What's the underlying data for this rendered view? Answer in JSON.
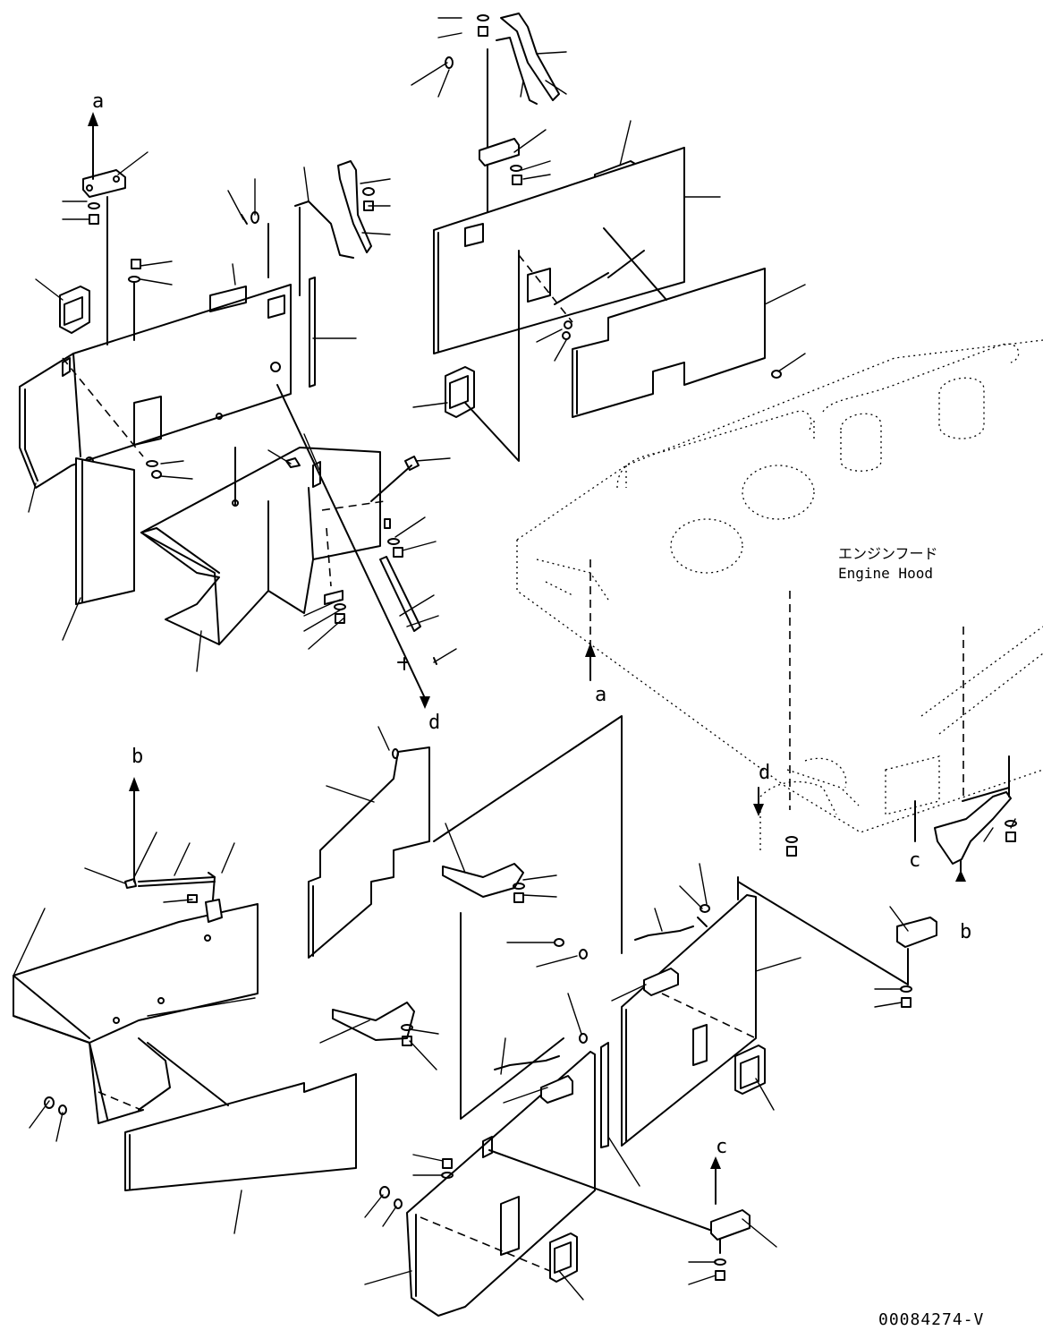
{
  "diagram": {
    "labels": {
      "a_top": "a",
      "a_bottom": "a",
      "b_left": "b",
      "b_right": "b",
      "c_left": "c",
      "c_right": "c",
      "d_top": "d",
      "d_right": "d"
    },
    "engine_hood_label_jp": "エンジンフード",
    "engine_hood_label_en": "Engine Hood",
    "figure_number": "00084274-V"
  }
}
